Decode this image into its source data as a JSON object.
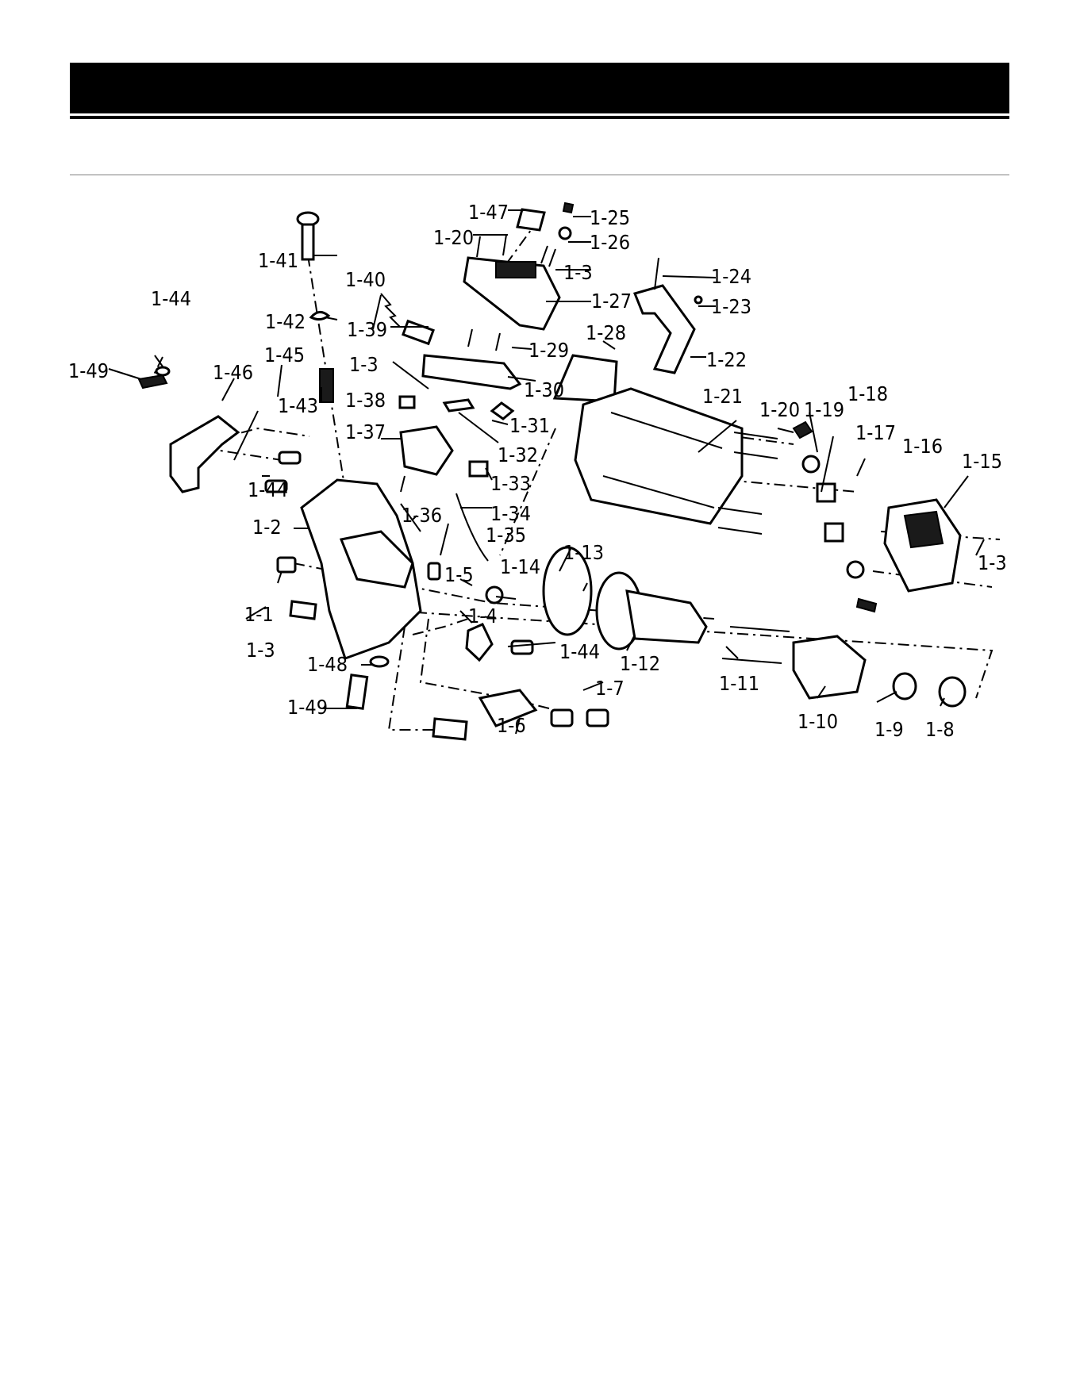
{
  "labels": [
    {
      "id": "1-1",
      "text": "1-1"
    },
    {
      "id": "1-2",
      "text": "1-2"
    },
    {
      "id": "1-3a",
      "text": "1-3"
    },
    {
      "id": "1-3b",
      "text": "1-3"
    },
    {
      "id": "1-3c",
      "text": "1-3"
    },
    {
      "id": "1-3d",
      "text": "1-3"
    },
    {
      "id": "1-4",
      "text": "1-4"
    },
    {
      "id": "1-5",
      "text": "1-5"
    },
    {
      "id": "1-6",
      "text": "1-6"
    },
    {
      "id": "1-7",
      "text": "1-7"
    },
    {
      "id": "1-8",
      "text": "1-8"
    },
    {
      "id": "1-9",
      "text": "1-9"
    },
    {
      "id": "1-10",
      "text": "1-10"
    },
    {
      "id": "1-11",
      "text": "1-11"
    },
    {
      "id": "1-12",
      "text": "1-12"
    },
    {
      "id": "1-13",
      "text": "1-13"
    },
    {
      "id": "1-14",
      "text": "1-14"
    },
    {
      "id": "1-15",
      "text": "1-15"
    },
    {
      "id": "1-16",
      "text": "1-16"
    },
    {
      "id": "1-17",
      "text": "1-17"
    },
    {
      "id": "1-18",
      "text": "1-18"
    },
    {
      "id": "1-19",
      "text": "1-19"
    },
    {
      "id": "1-20a",
      "text": "1-20"
    },
    {
      "id": "1-20b",
      "text": "1-20"
    },
    {
      "id": "1-21",
      "text": "1-21"
    },
    {
      "id": "1-22",
      "text": "1-22"
    },
    {
      "id": "1-23",
      "text": "1-23"
    },
    {
      "id": "1-24",
      "text": "1-24"
    },
    {
      "id": "1-25",
      "text": "1-25"
    },
    {
      "id": "1-26",
      "text": "1-26"
    },
    {
      "id": "1-27",
      "text": "1-27"
    },
    {
      "id": "1-28",
      "text": "1-28"
    },
    {
      "id": "1-29",
      "text": "1-29"
    },
    {
      "id": "1-30",
      "text": "1-30"
    },
    {
      "id": "1-31",
      "text": "1-31"
    },
    {
      "id": "1-32",
      "text": "1-32"
    },
    {
      "id": "1-33",
      "text": "1-33"
    },
    {
      "id": "1-34",
      "text": "1-34"
    },
    {
      "id": "1-35",
      "text": "1-35"
    },
    {
      "id": "1-36",
      "text": "1-36"
    },
    {
      "id": "1-37",
      "text": "1-37"
    },
    {
      "id": "1-38",
      "text": "1-38"
    },
    {
      "id": "1-39",
      "text": "1-39"
    },
    {
      "id": "1-40",
      "text": "1-40"
    },
    {
      "id": "1-41",
      "text": "1-41"
    },
    {
      "id": "1-42",
      "text": "1-42"
    },
    {
      "id": "1-43",
      "text": "1-43"
    },
    {
      "id": "1-44a",
      "text": "1-44"
    },
    {
      "id": "1-44b",
      "text": "1-44"
    },
    {
      "id": "1-44c",
      "text": "1-44"
    },
    {
      "id": "1-45",
      "text": "1-45"
    },
    {
      "id": "1-46",
      "text": "1-46"
    },
    {
      "id": "1-47",
      "text": "1-47"
    },
    {
      "id": "1-48",
      "text": "1-48"
    },
    {
      "id": "1-49a",
      "text": "1-49"
    },
    {
      "id": "1-49b",
      "text": "1-49"
    }
  ]
}
